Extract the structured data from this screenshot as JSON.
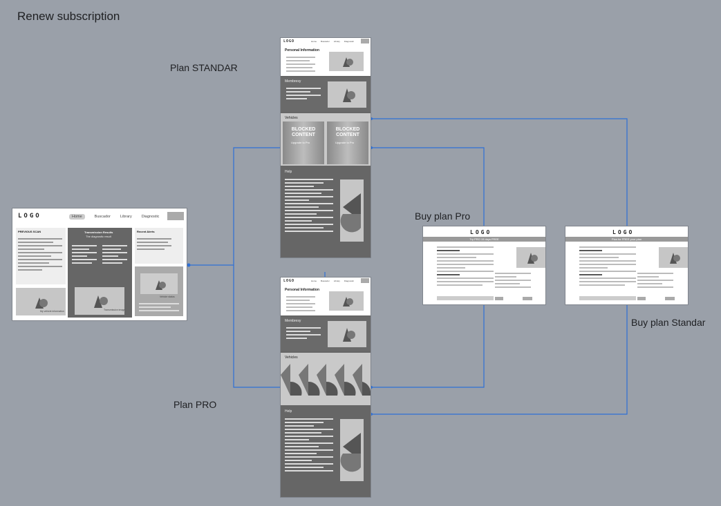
{
  "canvas": {
    "title": "Renew subscription",
    "accent": "#2d6fd6",
    "background": "#9aa0a9"
  },
  "labels": {
    "plan_standar": "Plan STANDAR",
    "plan_pro": "Plan PRO",
    "buy_pro": "Buy plan Pro",
    "buy_standar": "Buy plan Standar"
  },
  "home_frame": {
    "logo": "LOGO",
    "nav": [
      "Home",
      "Buscador",
      "Library",
      "Diagnostic"
    ],
    "previous_scan_title": "PREVIOUS SCAN",
    "recent_alerts_title": "Recent Alerts",
    "center_title": "Transmission Results",
    "center_subtitle": "The diagnostic result",
    "center_caption": "Transmission image",
    "left_caption": "My vehicle information",
    "right_caption": "Vehicle status"
  },
  "frames": {
    "logo": "LOGO",
    "nav": [
      "Home",
      "Buscador",
      "Library",
      "Diagnostic"
    ],
    "personal_info": "Personal Information",
    "membership": "Membresy",
    "vehicles": "Vehicles",
    "help": "Help",
    "blocked_label": "BLOCKED CONTENT",
    "blocked_sub": "Upgrade to Pro"
  },
  "checkout_pro": {
    "logo": "LOGO",
    "banner": "Try PRO 15 days FREE"
  },
  "checkout_standar": {
    "logo": "LOGO",
    "banner": "Plan for FREE your plan"
  }
}
